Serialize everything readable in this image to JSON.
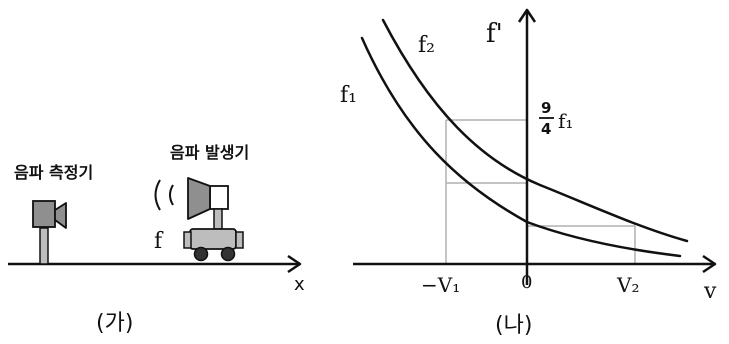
{
  "panel_a": {
    "caption": "(가)",
    "detector_label": "음파 측정기",
    "source_label": "음파 발생기",
    "frequency_label": "f",
    "x_axis_label": "x"
  },
  "panel_b": {
    "caption": "(나)",
    "y_axis_label": "f'",
    "x_axis_label": "v",
    "curve_labels": [
      "f₂",
      "f₁"
    ],
    "fraction_label": {
      "numerator": "9",
      "denominator": "4",
      "symbol": "f₁"
    },
    "tick_labels": [
      "−V₁",
      "0",
      "V₂"
    ]
  }
}
